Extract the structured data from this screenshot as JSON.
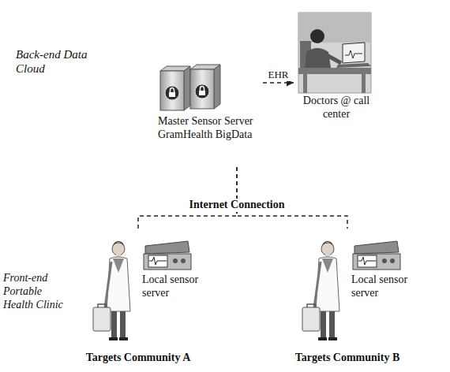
{
  "diagram": {
    "nodes": [
      {
        "text": [
          "Back-end Data Cloud"
        ]
      },
      {
        "text": [
          "Master Sensor Server GramHealth BigData"
        ],
        "in": 0
      },
      {
        "text": [
          "Doctors @ call center"
        ],
        "in": 0
      },
      {
        "text": [
          "Local sensor server",
          "Targets Community A"
        ]
      },
      {
        "text": [
          "Local sensor server",
          "Targets Community B"
        ]
      }
    ],
    "edges": [
      {
        "from": 1,
        "to": 2,
        "label": "EHR",
        "arrow": "to"
      },
      {
        "from": 0,
        "to": 3,
        "arrow": "none"
      },
      {
        "from": 0,
        "to": 4,
        "arrow": "none"
      }
    ],
    "labels": [
      "Front-end Portable Health Clinic",
      "Internet Connection"
    ]
  }
}
